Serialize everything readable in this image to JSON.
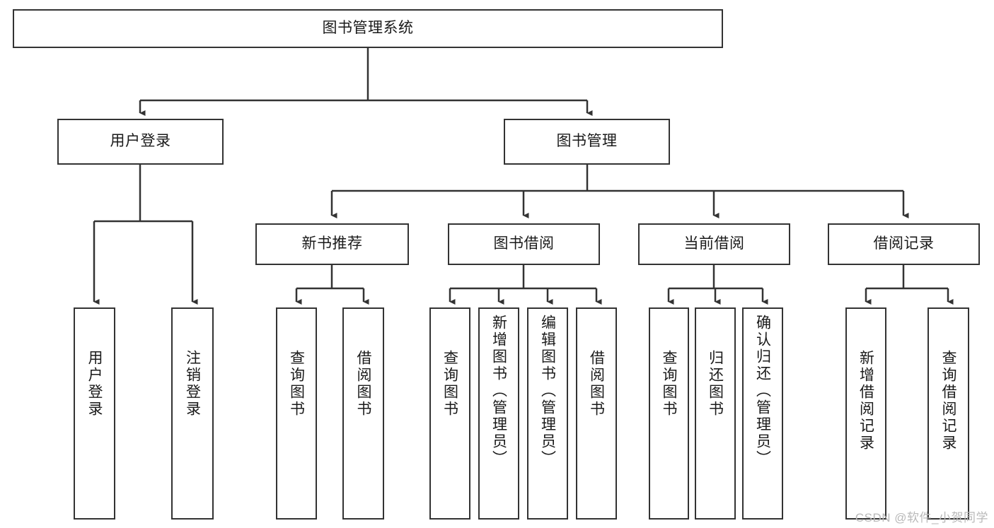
{
  "diagram": {
    "type": "tree-hierarchy",
    "title": "图书管理系统",
    "watermark": "CSDN @软件_小贺同学",
    "colors": {
      "stroke": "#333333",
      "fill": "#ffffff",
      "text": "#1a1a1a",
      "watermark": "#b9b9b9"
    },
    "levels": {
      "root": {
        "label": "图书管理系统"
      },
      "level2": [
        {
          "label": "用户登录"
        },
        {
          "label": "图书管理"
        }
      ],
      "level3": [
        {
          "label": "新书推荐"
        },
        {
          "label": "图书借阅"
        },
        {
          "label": "当前借阅"
        },
        {
          "label": "借阅记录"
        }
      ],
      "leaves_user_login": [
        {
          "label": "用户登录"
        },
        {
          "label": "注销登录"
        }
      ],
      "leaves_new_book": [
        {
          "label": "查询图书"
        },
        {
          "label": "借阅图书"
        }
      ],
      "leaves_book_borrow": [
        {
          "label": "查询图书"
        },
        {
          "label": "新增图书（管理员）"
        },
        {
          "label": "编辑图书（管理员）"
        },
        {
          "label": "借阅图书"
        }
      ],
      "leaves_current_borrow": [
        {
          "label": "查询图书"
        },
        {
          "label": "归还图书"
        },
        {
          "label": "确认归还（管理员）"
        }
      ],
      "leaves_borrow_record": [
        {
          "label": "新增借阅记录"
        },
        {
          "label": "查询借阅记录"
        }
      ]
    }
  }
}
